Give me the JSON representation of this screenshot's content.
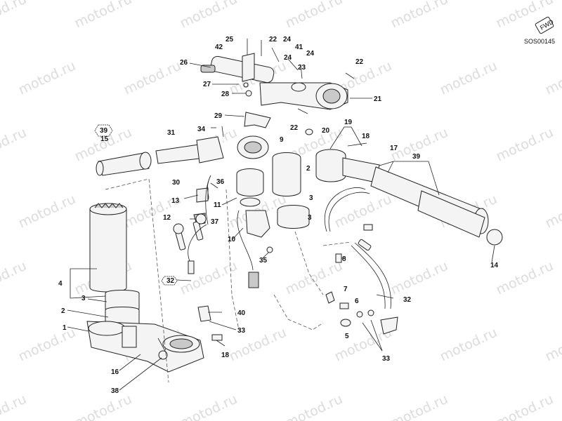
{
  "watermark": "motod.ru",
  "drawing_code": "SOS00145",
  "badge": {
    "fwd_text": "FWD",
    "marked_label_top": "39",
    "marked_label_bottom": "15"
  },
  "labels": [
    "25",
    "22",
    "24",
    "42",
    "24",
    "41",
    "26",
    "23",
    "24",
    "22",
    "27",
    "28",
    "21",
    "29",
    "34",
    "31",
    "22",
    "20",
    "19",
    "18",
    "9",
    "17",
    "39",
    "2",
    "36",
    "30",
    "11",
    "3",
    "13",
    "12",
    "37",
    "10",
    "3",
    "35",
    "8",
    "4",
    "3",
    "32",
    "7",
    "6",
    "32",
    "2",
    "40",
    "33",
    "1",
    "5",
    "18",
    "16",
    "33",
    "38",
    "14"
  ]
}
